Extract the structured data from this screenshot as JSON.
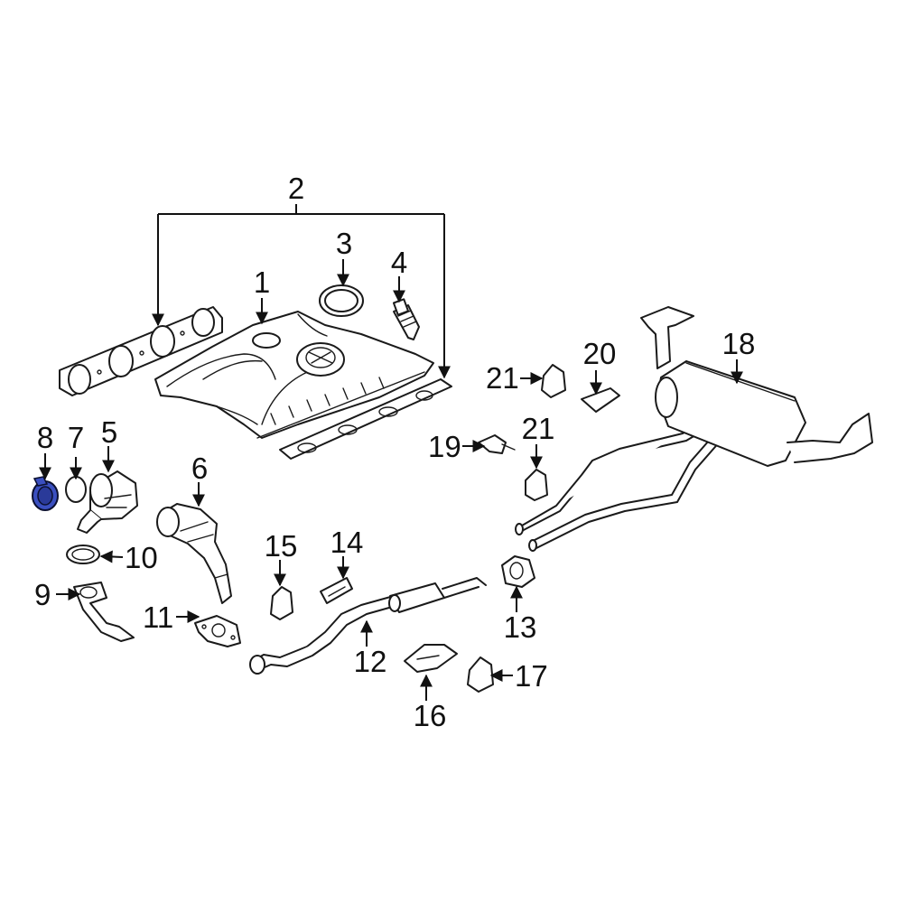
{
  "colors": {
    "background": "#ffffff",
    "line": "#111111",
    "highlight": "#3a4fc0"
  },
  "highlighted_part": "8",
  "callouts": {
    "c1": "1",
    "c2": "2",
    "c3": "3",
    "c4": "4",
    "c5": "5",
    "c6": "6",
    "c7": "7",
    "c8": "8",
    "c9": "9",
    "c10": "10",
    "c11": "11",
    "c12": "12",
    "c13": "13",
    "c14": "14",
    "c15": "15",
    "c16": "16",
    "c17": "17",
    "c18": "18",
    "c19": "19",
    "c20": "20",
    "c21a": "21",
    "c21b": "21"
  }
}
